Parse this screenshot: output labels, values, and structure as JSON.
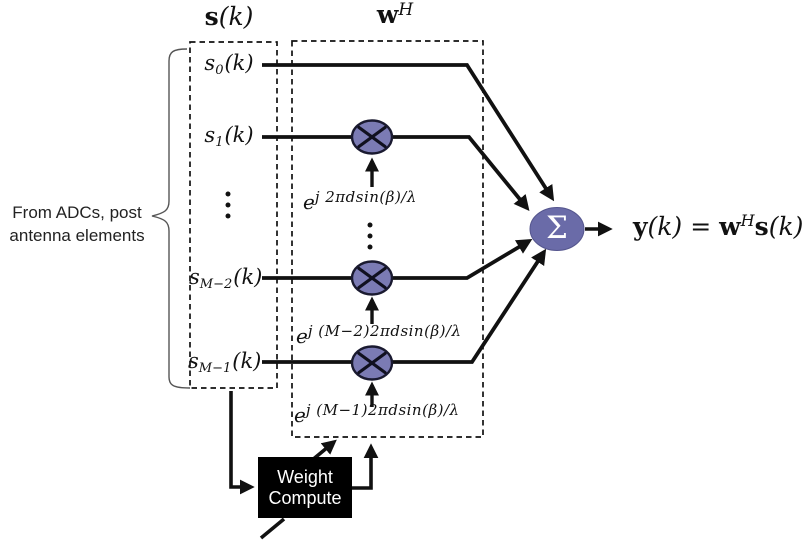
{
  "figure": {
    "signal_vector_title": {
      "base": "s",
      "arg": "(k)"
    },
    "weight_vector_title": {
      "base": "w",
      "sup": "H"
    },
    "source_label": {
      "line1": "From ADCs, post",
      "line2": "antenna elements"
    },
    "signals": [
      {
        "base": "s",
        "sub": "0",
        "arg": "(k)"
      },
      {
        "base": "s",
        "sub": "1",
        "arg": "(k)"
      },
      {
        "base": "s",
        "sub": "M−2",
        "arg": "(k)"
      },
      {
        "base": "s",
        "sub": "M−1",
        "arg": "(k)"
      }
    ],
    "weights": [
      {
        "base": "e",
        "exp": "j 2πdsin(β)/λ"
      },
      {
        "base": "e",
        "exp": "j (M−2)2πdsin(β)/λ"
      },
      {
        "base": "e",
        "exp": "j (M−1)2πdsin(β)/λ"
      }
    ],
    "sum_symbol": "Σ",
    "output": {
      "y": "y",
      "k1": "(k)",
      "eq": "=",
      "w": "w",
      "H": "H",
      "s": "s",
      "k2": "(k)"
    },
    "weight_compute": {
      "line1": "Weight",
      "line2": "Compute"
    }
  },
  "colors": {
    "line": "#111111",
    "multiplier_fill": "#7b7bb4",
    "multiplier_stroke": "#1a1a30",
    "sum_fill": "#6a6ba8",
    "brace": "#555555",
    "weight_compute_bg": "#000000",
    "weight_compute_text": "#ffffff"
  }
}
